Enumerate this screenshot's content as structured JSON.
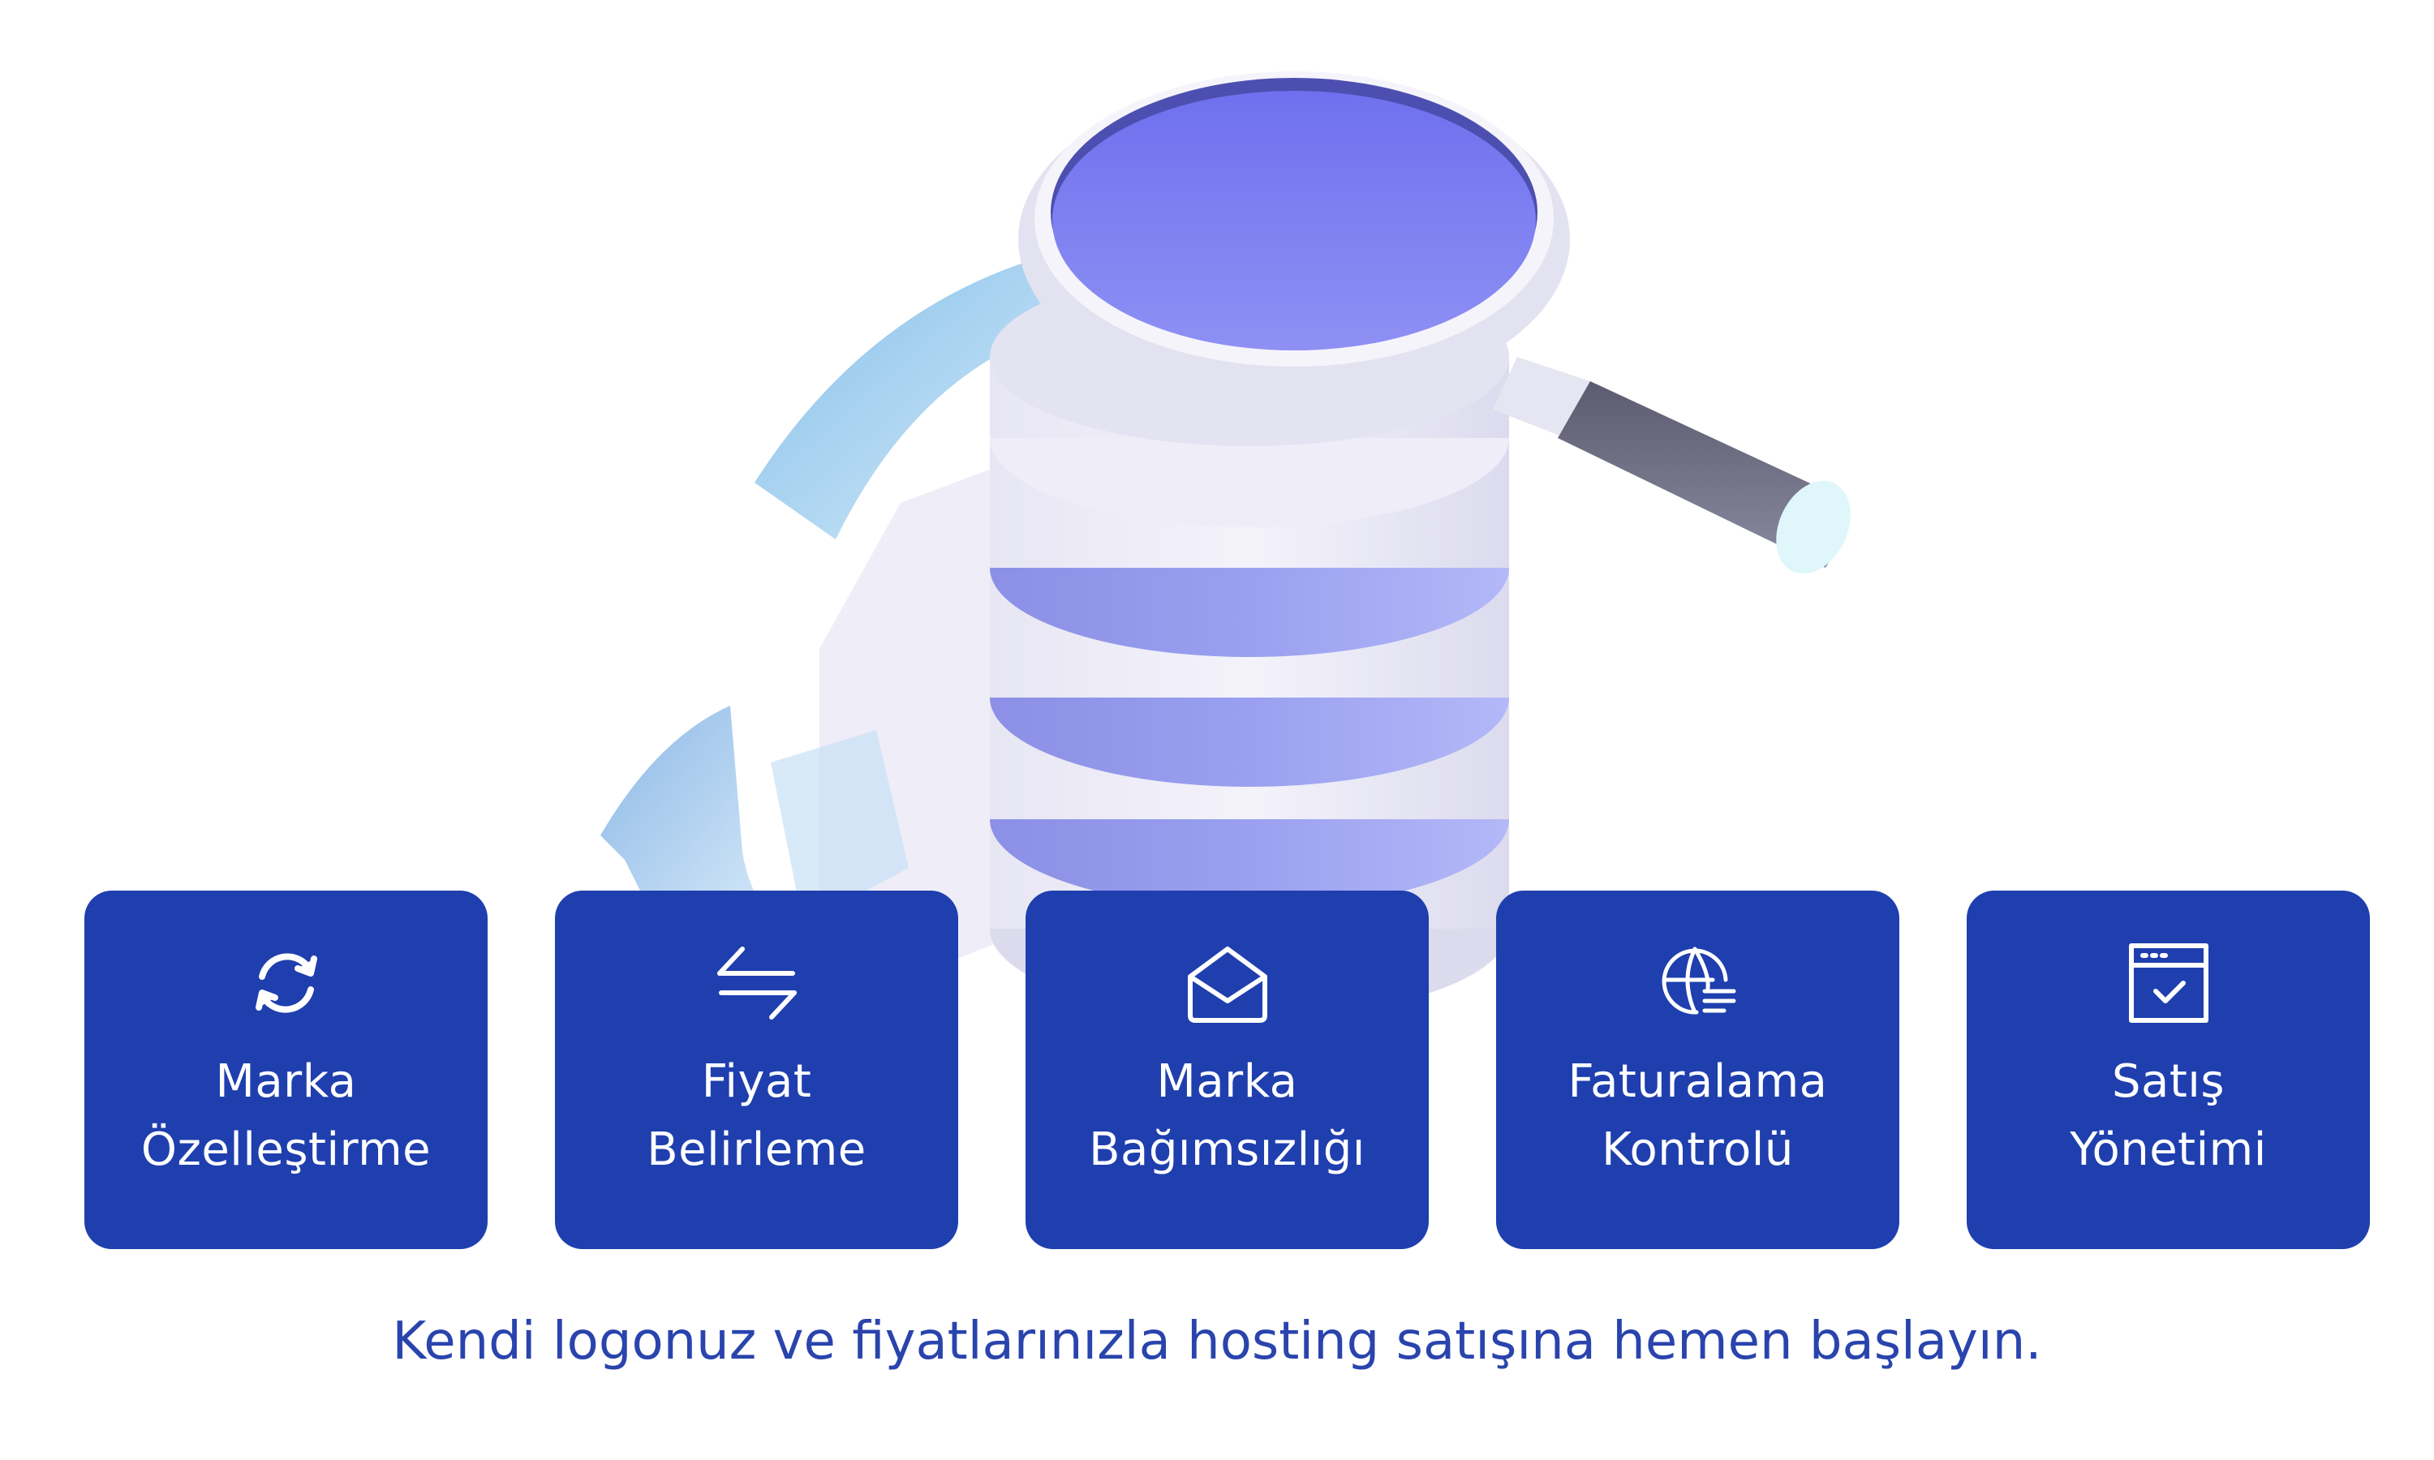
{
  "cards": [
    {
      "line1": "Marka",
      "line2": "Özelleştirme",
      "icon": "refresh-icon"
    },
    {
      "line1": "Fiyat",
      "line2": "Belirleme",
      "icon": "swap-arrows-icon"
    },
    {
      "line1": "Marka",
      "line2": "Bağımsızlığı",
      "icon": "envelope-open-icon"
    },
    {
      "line1": "Faturalama",
      "line2": "Kontrolü",
      "icon": "globe-document-icon"
    },
    {
      "line1": "Satış",
      "line2": "Yönetimi",
      "icon": "browser-check-icon"
    }
  ],
  "tagline": "Kendi logonuz ve fiyatlarınızla hosting satışına hemen başlayın.",
  "colors": {
    "card_background": "#1f3fae",
    "tagline_text": "#2a44ad",
    "lens": "#7a7cf2",
    "accent_blue": "#a8d4f2"
  }
}
